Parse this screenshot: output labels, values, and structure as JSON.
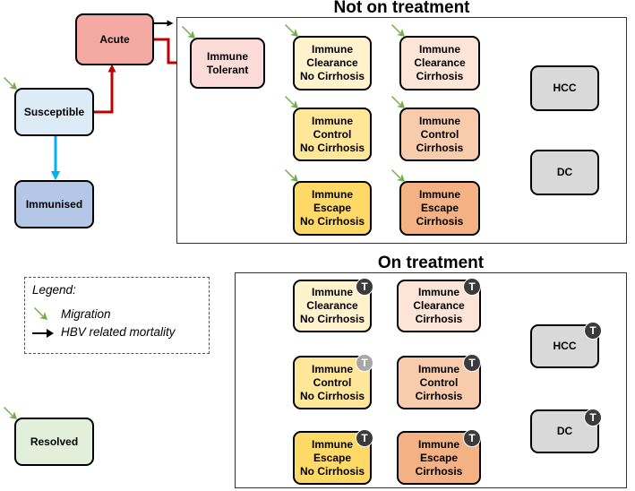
{
  "colors": {
    "acute": "#F4A9A3",
    "susceptible": "#DDEBF7",
    "immunised": "#B4C7E7",
    "resolved": "#E2EFDA",
    "tolerant": "#FADBD8",
    "clearance_nc": "#FFF2CC",
    "clearance_c": "#FCE4D6",
    "control_nc": "#FFE699",
    "control_c": "#F8CBAD",
    "escape_nc": "#FFD966",
    "escape_c": "#F4B183",
    "grey": "#D9D9D9",
    "arrow_red": "#C00000",
    "arrow_orange": "#FFC000",
    "arrow_blue": "#00B0F0",
    "migration_green": "#70AD47",
    "mortality": "#000000"
  },
  "titles": {
    "not_on_treatment": "Not on treatment",
    "on_treatment": "On treatment"
  },
  "nodes": {
    "acute": "Acute",
    "susceptible": "Susceptible",
    "immunised": "Immunised",
    "resolved": "Resolved",
    "immune_tolerant": "Immune\nTolerant",
    "clearance_nc": "Immune\nClearance\nNo Cirrhosis",
    "clearance_c": "Immune\nClearance\nCirrhosis",
    "control_nc": "Immune\nControl\nNo Cirrhosis",
    "control_c": "Immune\nControl\nCirrhosis",
    "escape_nc": "Immune\nEscape\nNo Cirrhosis",
    "escape_c": "Immune\nEscape\nCirrhosis",
    "hcc": "HCC",
    "dc": "DC"
  },
  "badge": "T",
  "legend": {
    "title": "Legend:",
    "migration": "Migration",
    "mortality": "HBV related mortality"
  },
  "icons": [
    "migration-arrow-icon",
    "mortality-arrow-icon",
    "treatment-badge-icon"
  ]
}
